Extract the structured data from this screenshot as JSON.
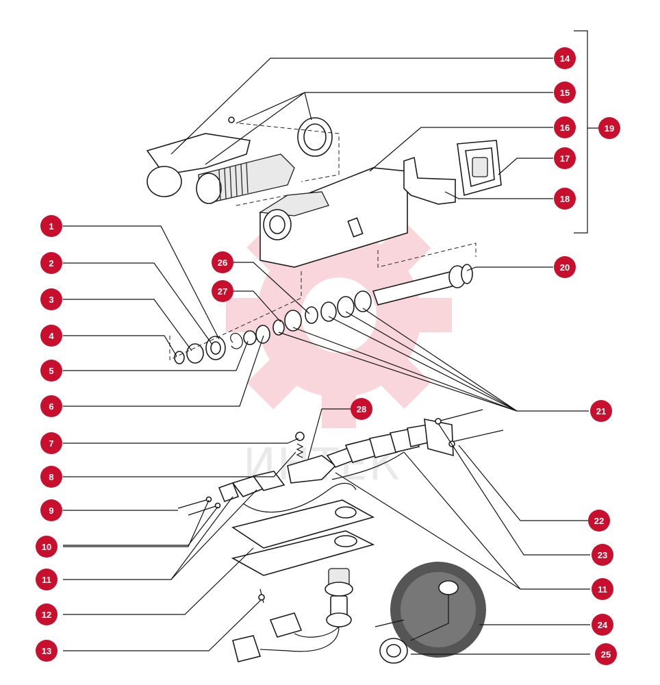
{
  "watermark": "ИНТЕК",
  "colors": {
    "callout": "#c8102e",
    "watermark_gear": "#f6c9cf",
    "lines": "#111111"
  },
  "callouts": [
    {
      "id": "c1",
      "label": "1"
    },
    {
      "id": "c2",
      "label": "2"
    },
    {
      "id": "c3",
      "label": "3"
    },
    {
      "id": "c4",
      "label": "4"
    },
    {
      "id": "c5",
      "label": "5"
    },
    {
      "id": "c6",
      "label": "6"
    },
    {
      "id": "c7",
      "label": "7"
    },
    {
      "id": "c8",
      "label": "8"
    },
    {
      "id": "c9",
      "label": "9"
    },
    {
      "id": "c10",
      "label": "10"
    },
    {
      "id": "c11a",
      "label": "11"
    },
    {
      "id": "c12",
      "label": "12"
    },
    {
      "id": "c13",
      "label": "13"
    },
    {
      "id": "c14",
      "label": "14"
    },
    {
      "id": "c15",
      "label": "15"
    },
    {
      "id": "c16",
      "label": "16"
    },
    {
      "id": "c17",
      "label": "17"
    },
    {
      "id": "c18",
      "label": "18"
    },
    {
      "id": "c19",
      "label": "19"
    },
    {
      "id": "c20",
      "label": "20"
    },
    {
      "id": "c21",
      "label": "21"
    },
    {
      "id": "c22",
      "label": "22"
    },
    {
      "id": "c23",
      "label": "23"
    },
    {
      "id": "c11b",
      "label": "11"
    },
    {
      "id": "c24",
      "label": "24"
    },
    {
      "id": "c25",
      "label": "25"
    },
    {
      "id": "c26",
      "label": "26"
    },
    {
      "id": "c27",
      "label": "27"
    },
    {
      "id": "c28",
      "label": "28"
    }
  ]
}
